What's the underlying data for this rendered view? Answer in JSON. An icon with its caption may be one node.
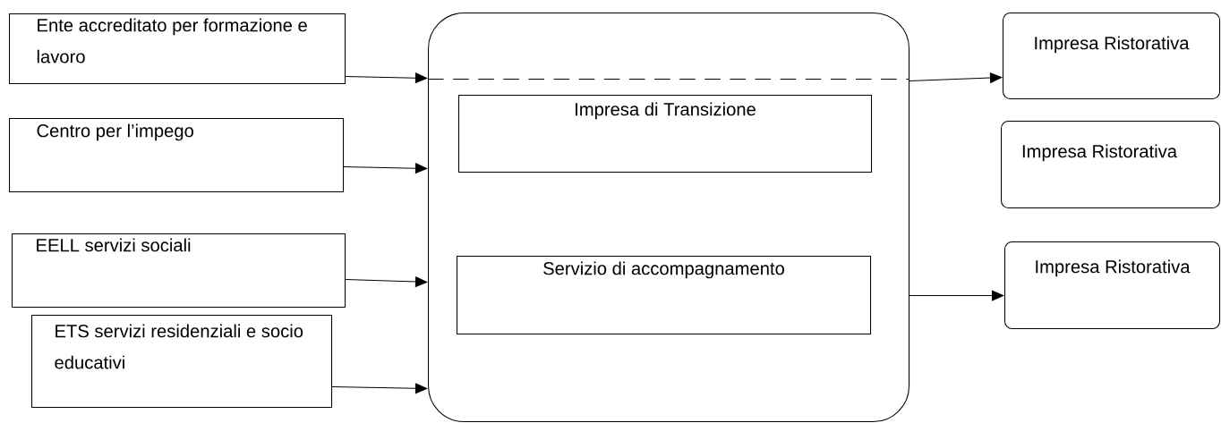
{
  "diagram": {
    "nodes": [
      {
        "text": [
          "Ente accreditato per formazione e lavoro"
        ]
      },
      {
        "text": [
          "Centro per l’impego"
        ]
      },
      {
        "text": [
          "EELL servizi sociali"
        ]
      },
      {
        "text": [
          "ETS servizi residenziali e socio educativi"
        ]
      },
      {
        "text": [],
        "shape": "box"
      },
      {
        "text": [
          "Impresa di Transizione"
        ],
        "in": 4
      },
      {
        "text": [
          "Servizio di accompagnamento"
        ],
        "in": 4
      },
      {
        "text": [
          "Impresa Ristorativa"
        ]
      },
      {
        "text": [
          "Impresa Ristorativa"
        ]
      },
      {
        "text": [
          "Impresa Ristorativa"
        ]
      }
    ],
    "edges": [
      {
        "from": 0,
        "to": 4,
        "arrow": "to"
      },
      {
        "from": 1,
        "to": 4,
        "arrow": "to"
      },
      {
        "from": 2,
        "to": 4,
        "arrow": "to"
      },
      {
        "from": 3,
        "to": 4,
        "arrow": "to"
      },
      {
        "from": 4,
        "to": 7,
        "arrow": "to"
      },
      {
        "from": 4,
        "to": 9,
        "arrow": "to"
      }
    ]
  }
}
